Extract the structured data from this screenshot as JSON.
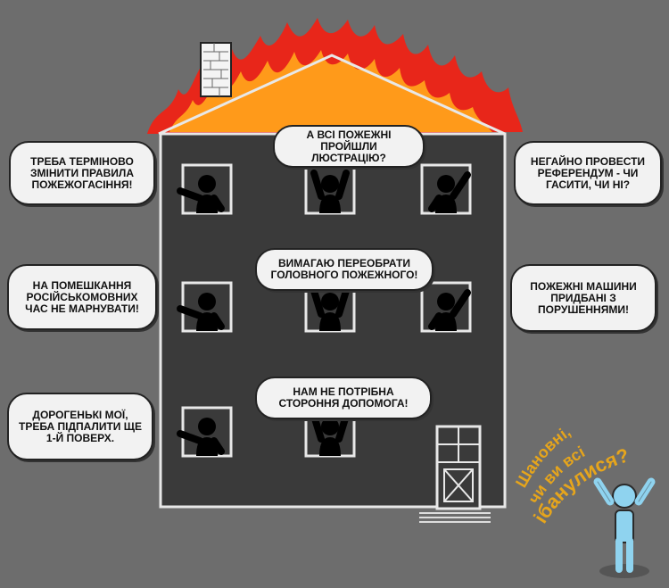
{
  "bubbles": {
    "left_top": "Треба терміново змінити правила пожежогасіння!",
    "left_mid": "На помешкання російськомовних час не марнувати!",
    "left_bottom": "Дорогенькі мої, треба підпалити ще 1-й поверх.",
    "center_top": "А всі пожежні пройшли люстрацію?",
    "center_mid": "Вимагаю переобрати головного пожежного!",
    "center_bottom": "Нам не потрібна стороння допомога!",
    "right_top": "Негайно провести референдум - чи гасити, чи ні?",
    "right_mid": "Пожежні машини придбані з порушеннями!"
  },
  "slogan": {
    "line1": "Шановні,",
    "line2": "чи ви всі",
    "line3": "ібанулися?"
  },
  "colors": {
    "background": "#6d6d6d",
    "building": "#3a3a3a",
    "outline": "#e8e8e8",
    "flame_outer": "#e8261a",
    "flame_inner": "#ff9a1a",
    "slogan": "#e6a51c",
    "figure_blue": "#8fd3ef"
  }
}
